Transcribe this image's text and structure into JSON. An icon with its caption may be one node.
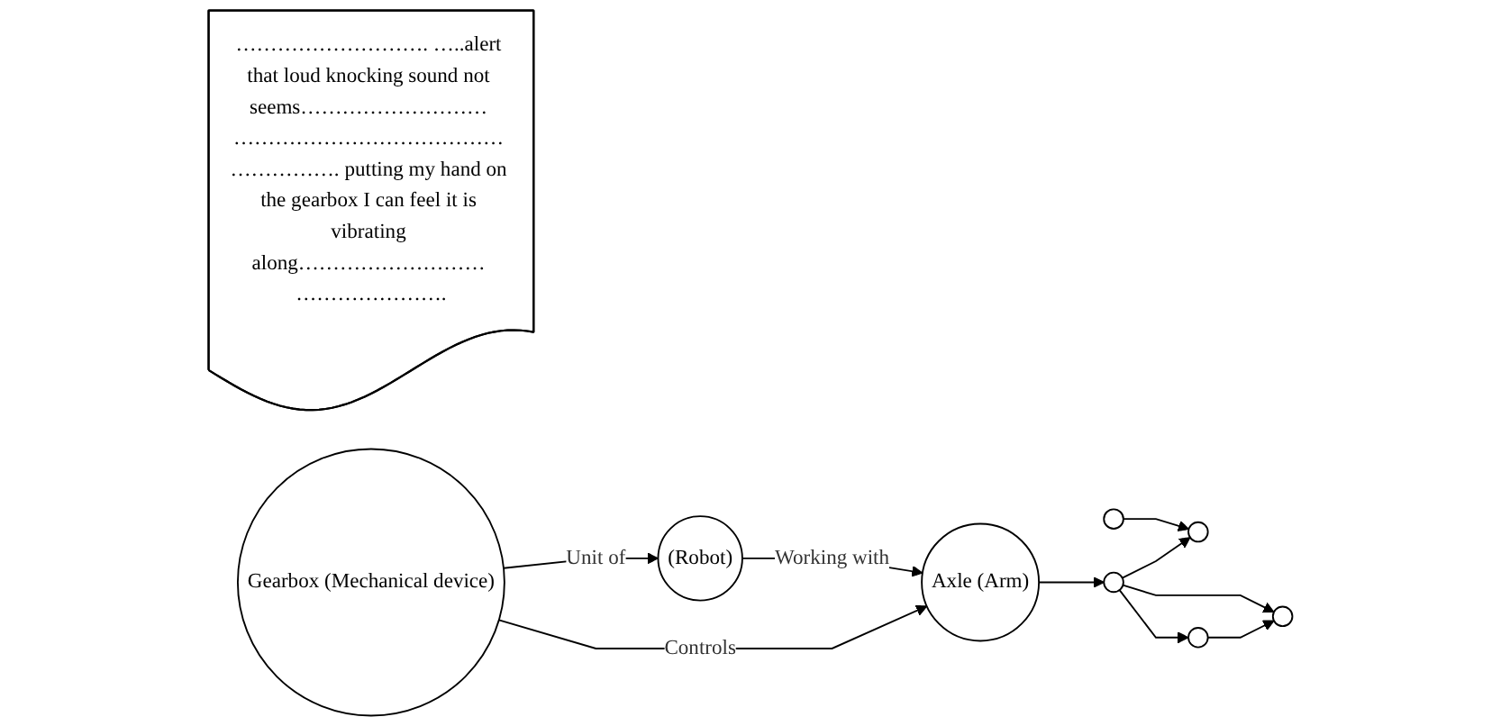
{
  "diagram": {
    "nodes": [
      {
        "text": [
          "………………………. …..alert that loud knocking sound not seems……………………… ………………………………… ……………. putting my hand on the gearbox I can feel it is vibrating along……………………… …………………."
        ]
      },
      {
        "text": [
          "Gearbox (Mechanical device)"
        ]
      },
      {
        "text": [
          "(Robot)"
        ]
      },
      {
        "text": [
          "Axle (Arm)"
        ]
      },
      {
        "text": [],
        "shape": "circle"
      },
      {
        "text": [],
        "shape": "circle"
      },
      {
        "text": [],
        "shape": "circle"
      },
      {
        "text": [],
        "shape": "circle"
      },
      {
        "text": [],
        "shape": "circle"
      }
    ],
    "edges": [
      {
        "from": 1,
        "to": 2,
        "arrow": "to",
        "label": "Unit of"
      },
      {
        "from": 2,
        "to": 3,
        "arrow": "to",
        "label": "Working with"
      },
      {
        "from": 1,
        "to": 3,
        "arrow": "to",
        "label": "Controls"
      },
      {
        "from": 3,
        "to": 4,
        "arrow": "to"
      },
      {
        "from": 5,
        "to": 6,
        "arrow": "to"
      },
      {
        "from": 4,
        "to": 6,
        "arrow": "to"
      },
      {
        "from": 4,
        "to": 7,
        "arrow": "to"
      },
      {
        "from": 4,
        "to": 8,
        "arrow": "to"
      },
      {
        "from": 7,
        "to": 8,
        "arrow": "to"
      }
    ]
  }
}
